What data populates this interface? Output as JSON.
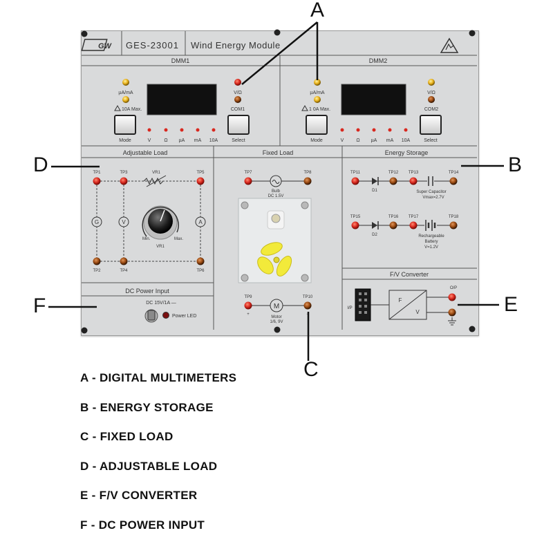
{
  "module": {
    "brand": "GW",
    "model": "GES-23001",
    "name": "Wind Energy Module"
  },
  "dmm1": {
    "title": "DMM1",
    "jack_current": "µA/mA",
    "jack_10a": "10A Max.",
    "jack_v": "V/Ω",
    "jack_com": "COM1",
    "mode": "Mode",
    "select": "Select",
    "ranges": [
      "V",
      "Ω",
      "µA",
      "mA",
      "10A"
    ]
  },
  "dmm2": {
    "title": "DMM2",
    "jack_current": "µA/mA",
    "jack_10a": "1 0A Max.",
    "jack_v": "V/Ω",
    "jack_com": "COM2",
    "mode": "Mode",
    "select": "Select",
    "ranges": [
      "V",
      "Ω",
      "µA",
      "mA",
      "10A"
    ]
  },
  "adjustable_load": {
    "title": "Adjustable Load",
    "tp1": "TP1",
    "tp2": "TP2",
    "tp3": "TP3",
    "tp4": "TP4",
    "tp5": "TP5",
    "tp6": "TP6",
    "vr1": "VR1",
    "min": "Min.",
    "max": "Max.",
    "meter_g": "G",
    "meter_v": "V",
    "meter_a": "A"
  },
  "fixed_load": {
    "title": "Fixed Load",
    "tp7": "TP7",
    "tp8": "TP8",
    "tp9": "TP9",
    "tp10": "TP10",
    "bulb": "Bulb",
    "bulb_rating": "DC 1.5V",
    "motor": "Motor",
    "motor_rating": "1/6, 9V",
    "plus": "+",
    "minus": "−"
  },
  "energy_storage": {
    "title": "Energy Storage",
    "tp11": "TP11",
    "tp12": "TP12",
    "tp13": "TP13",
    "tp14": "TP14",
    "tp15": "TP15",
    "tp16": "TP16",
    "tp17": "TP17",
    "tp18": "TP18",
    "d1": "D1",
    "d2": "D2",
    "supercap": "Super Capacitor",
    "supercap_rating": "Vmax=2.7V",
    "battery": "Rechargeable",
    "battery2": "Battery",
    "battery_rating": "V=1.2V"
  },
  "dc_power": {
    "title": "DC Power Input",
    "rating": "DC 15V/1A —",
    "led": "Power LED"
  },
  "fv_converter": {
    "title": "F/V Converter",
    "ip": "I/P",
    "op": "O/P",
    "f": "F",
    "v": "V"
  },
  "callouts": {
    "a": "A",
    "b": "B",
    "c": "C",
    "d": "D",
    "e": "E",
    "f": "F"
  },
  "legend": [
    "A - DIGITAL MULTIMETERS",
    "B - ENERGY STORAGE",
    "C - FIXED LOAD",
    "D - ADJUSTABLE LOAD",
    "E - F/V CONVERTER",
    "F - DC POWER INPUT"
  ],
  "colors": {
    "panel": "#d9dadb",
    "jack_red": "#d8281f",
    "jack_orange": "#c05a14",
    "display": "#101010",
    "yellow_jack": "#e8b01a"
  }
}
